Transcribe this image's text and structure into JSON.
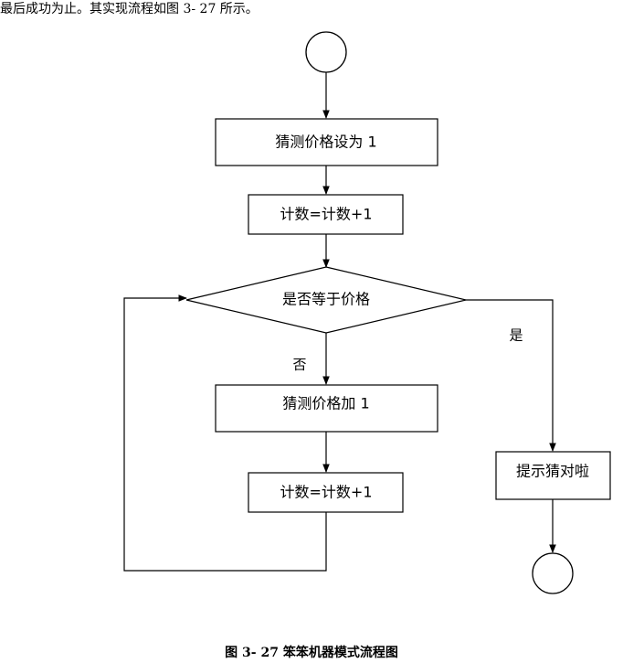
{
  "intro_text": "最后成功为止。其实现流程如图 3- 27 所示。",
  "flowchart": {
    "nodes": {
      "set_guess": "猜测价格设为 1",
      "count_1": "计数=计数+1",
      "decision": "是否等于价格",
      "guess_add": "猜测价格加 1",
      "count_2": "计数=计数+1",
      "hint": "提示猜对啦"
    },
    "edge_labels": {
      "yes": "是",
      "no": "否"
    }
  },
  "caption": "图 3- 27  笨笨机器模式流程图"
}
